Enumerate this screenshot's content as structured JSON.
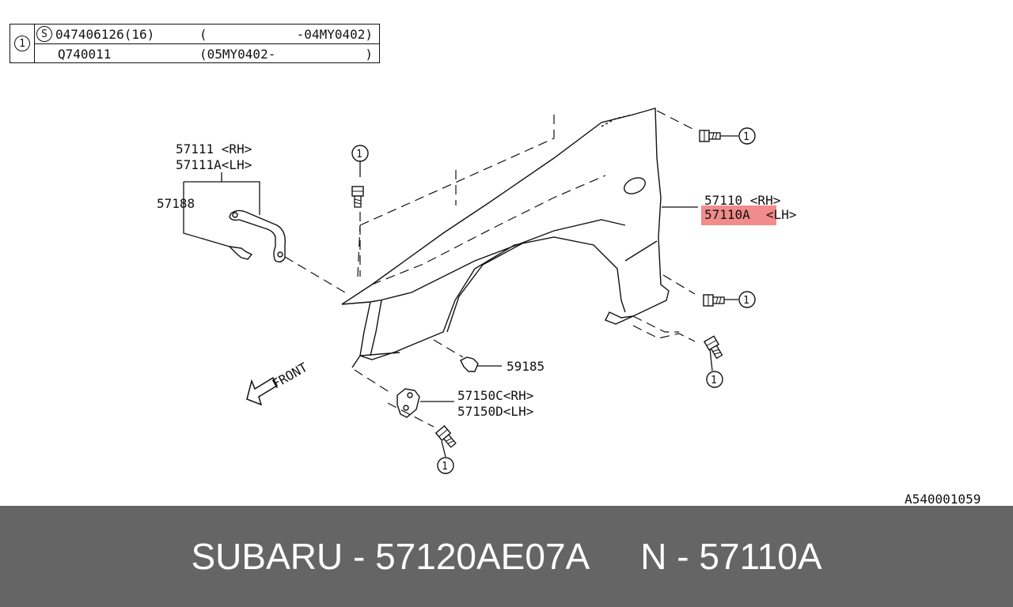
{
  "ref_table": {
    "index_symbol": "1",
    "s_symbol": "S",
    "rows": [
      {
        "part": "047406126(16)",
        "range_open": "(",
        "range_close": "-04MY0402)"
      },
      {
        "part": "Q740011",
        "range_open": "(05MY0402-",
        "range_close": ")"
      }
    ]
  },
  "callouts": {
    "bracket_rh": "57111 <RH>",
    "bracket_lh": "57111A<LH>",
    "clip": "57188",
    "fender_rh": "57110 <RH>",
    "fender_lh": "57110A<LH>",
    "fender_lh_part": "57110A",
    "fender_lh_side": "<LH>",
    "clip_lower": "59185",
    "bracket_lower_rh": "57150C<RH>",
    "bracket_lower_lh": "57150D<LH>",
    "front_label": "FRONT",
    "bolt_ref": "1"
  },
  "diagram_code": "A540001059",
  "highlight_color": "#f28b8b",
  "footer": {
    "brand_part": "SUBARU - 57120AE07A",
    "reference": "N - 57110A"
  }
}
